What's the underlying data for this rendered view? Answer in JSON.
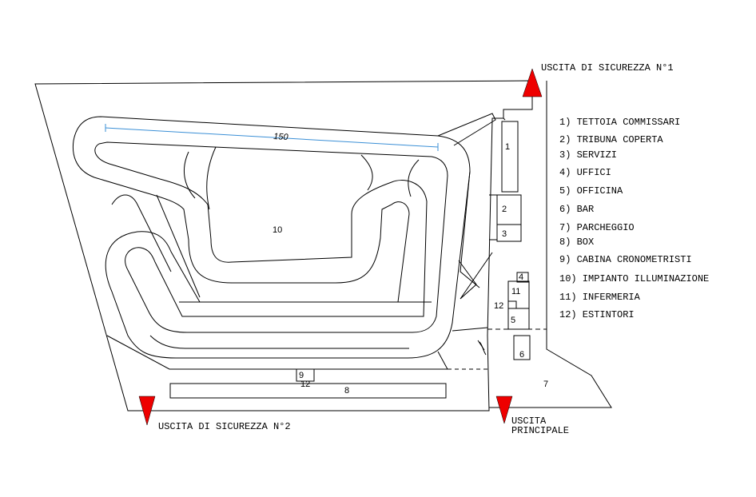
{
  "exits": {
    "exit1_label": "USCITA DI SICUREZZA N°1",
    "exit2_label": "USCITA DI SICUREZZA N°2",
    "main_exit_line1": "USCITA",
    "main_exit_line2": "PRINCIPALE",
    "marker_color": "#ee0000"
  },
  "dimension": {
    "value": "150",
    "color": "#3a8fd6"
  },
  "legend": [
    "1) TETTOIA COMMISSARI",
    "2) TRIBUNA COPERTA",
    "3) SERVIZI",
    "4) UFFICI",
    "5) OFFICINA",
    "6) BAR",
    "7) PARCHEGGIO",
    "8) BOX",
    "9) CABINA CRONOMETRISTI",
    "10) IMPIANTO ILLUMINAZIONE",
    "11) INFERMERIA",
    "12) ESTINTORI"
  ],
  "map_labels": {
    "n1": "1",
    "n2": "2",
    "n3": "3",
    "n4": "4",
    "n5": "5",
    "n6": "6",
    "n7": "7",
    "n8": "8",
    "n9": "9",
    "n10": "10",
    "n11": "11",
    "n12a": "12",
    "n12b": "12"
  }
}
